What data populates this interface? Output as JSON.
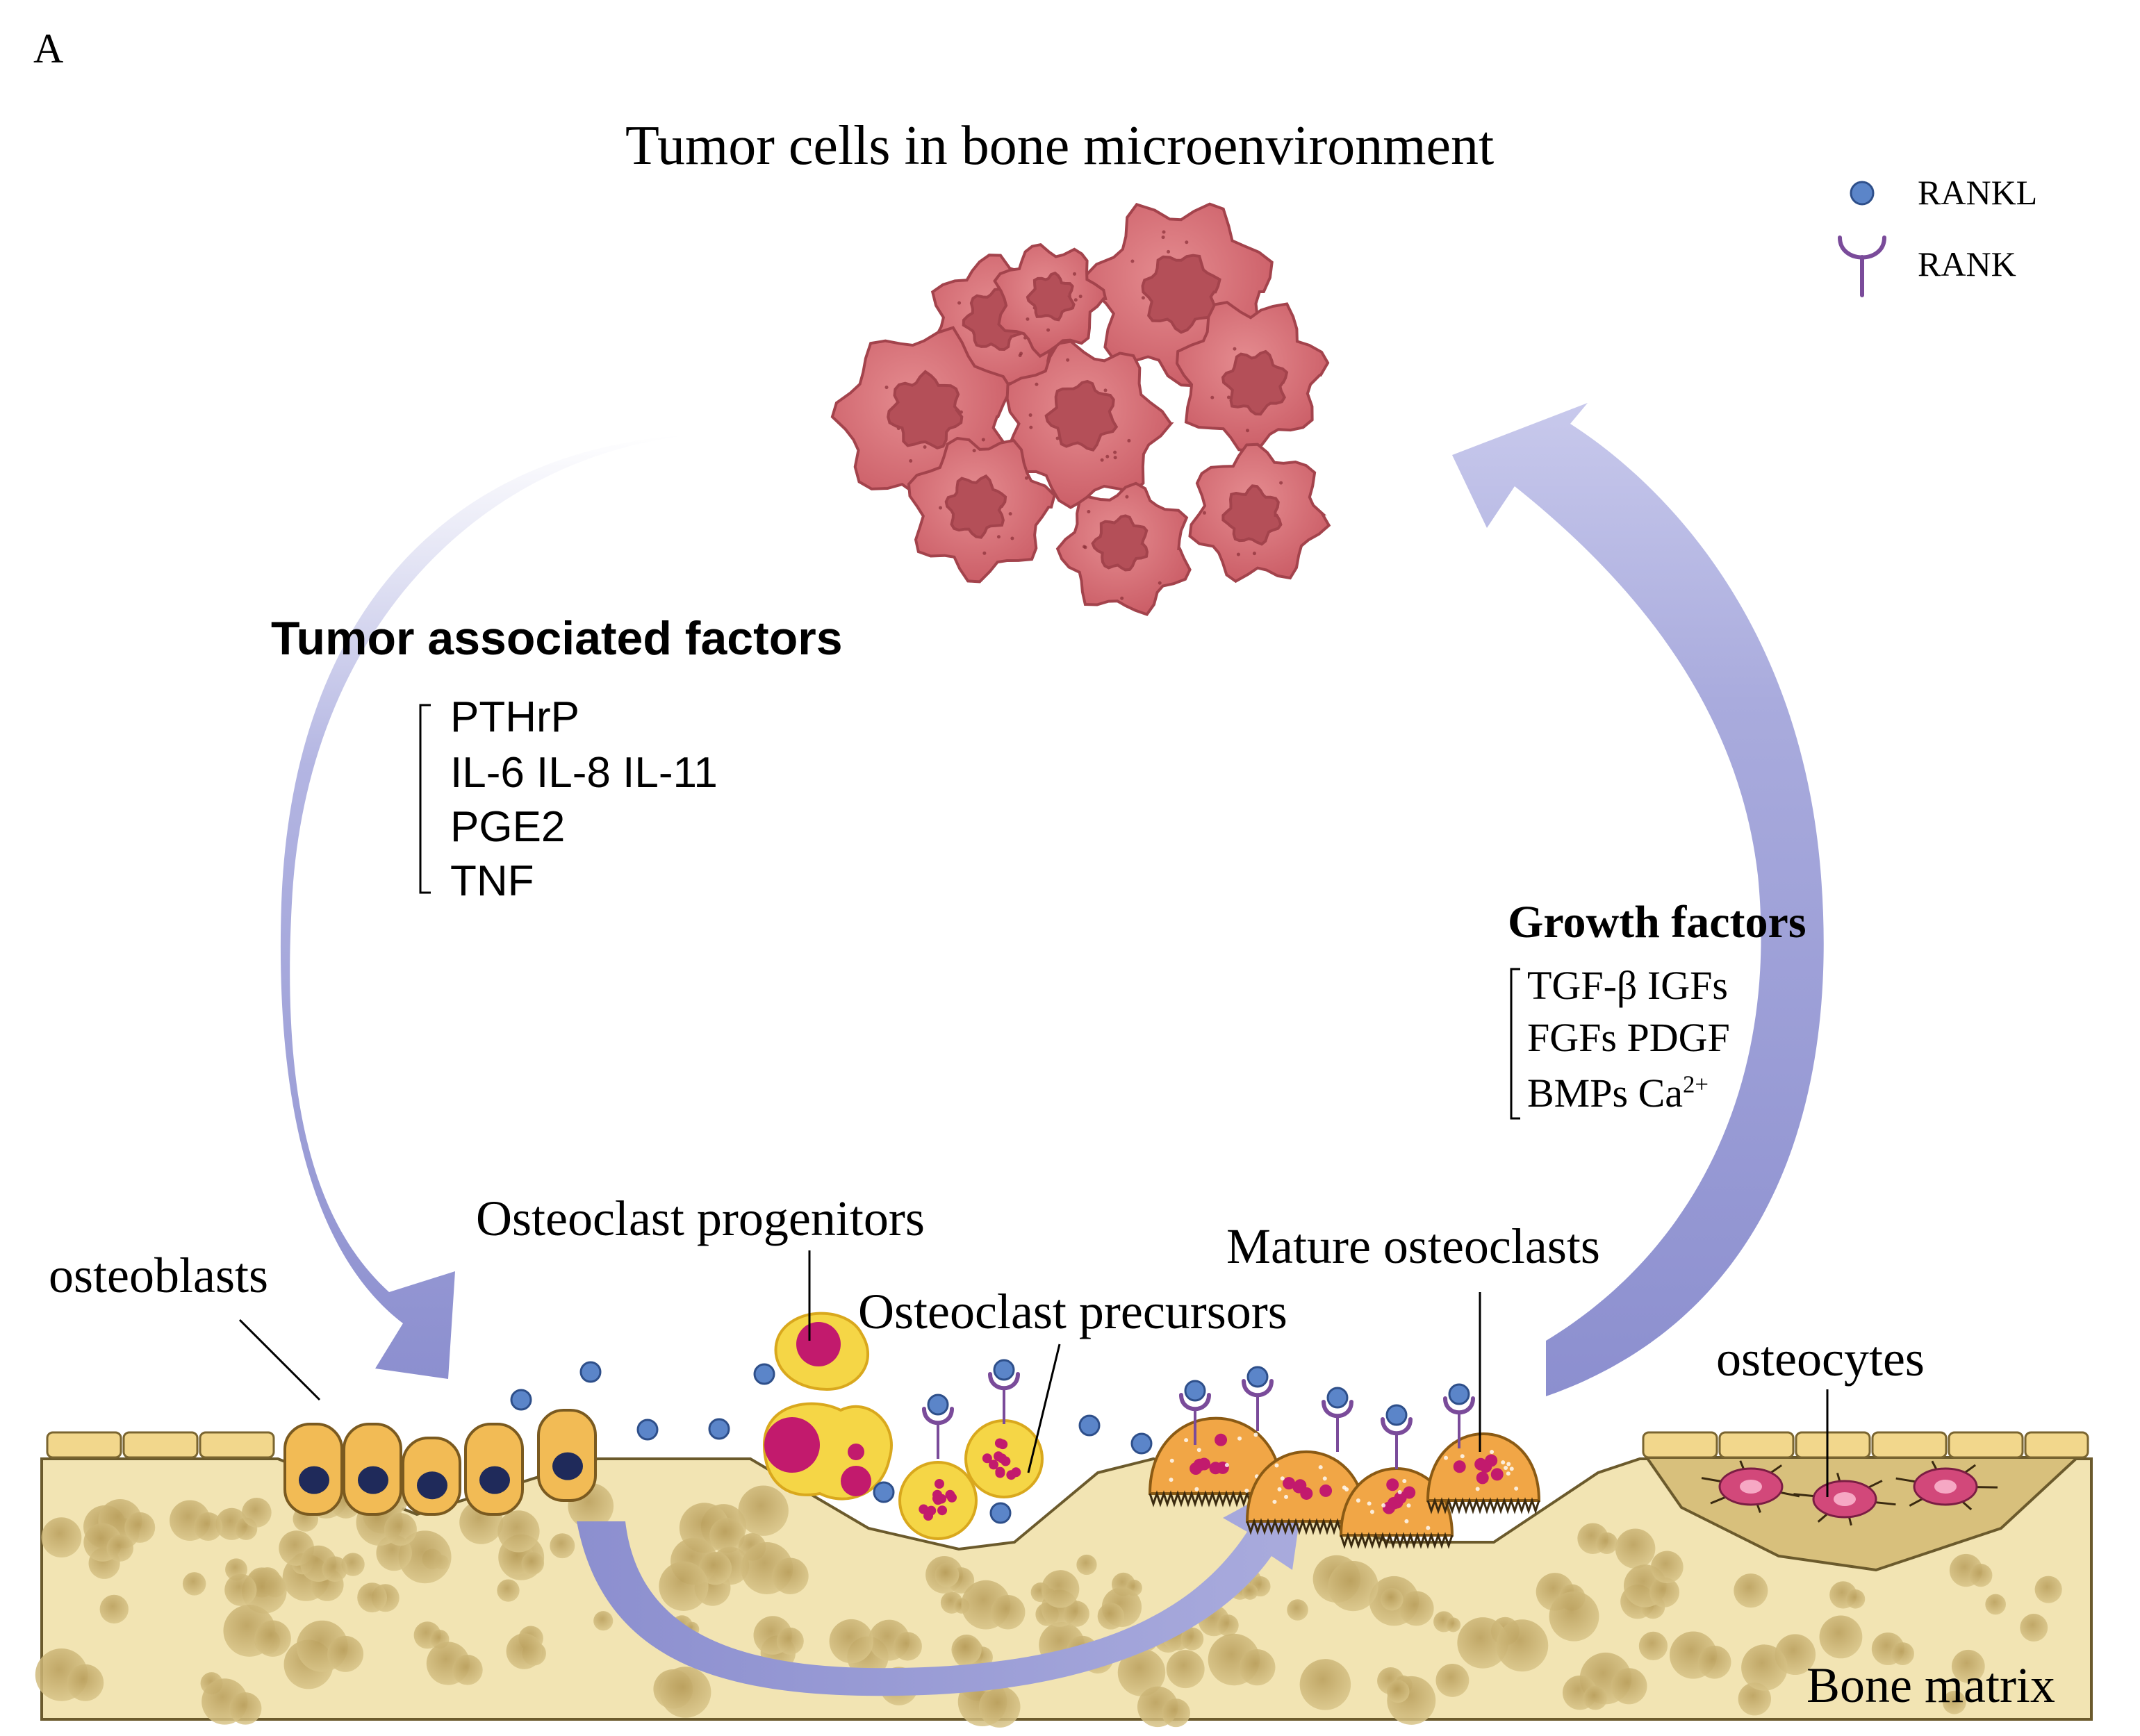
{
  "panel_label": "A",
  "title": "Tumor cells in bone microenvironment",
  "legend": {
    "ligand": "RANKL",
    "receptor": "RANK"
  },
  "tumor_factors": {
    "heading": "Tumor associated factors",
    "items": [
      "PTHrP",
      "IL-6 IL-8 IL-11",
      "PGE2",
      "TNF"
    ]
  },
  "growth_factors": {
    "heading": "Growth  factors",
    "line1": "TGF-β  IGFs",
    "line2": "FGFs  PDGF",
    "line3_base": "BMPs  Ca",
    "line3_sup": "2+"
  },
  "cell_labels": {
    "osteoblasts": "osteoblasts",
    "progenitors": "Osteoclast progenitors",
    "precursors": "Osteoclast precursors",
    "mature": "Mature osteoclasts",
    "osteocytes": "osteocytes",
    "bone_matrix": "Bone matrix"
  },
  "colors": {
    "arrow": "#9d9fd6",
    "tumor_cell": "#d9737a",
    "tumor_nucleus": "#b44f58",
    "bone": "#f2e4b3",
    "bone_pore": "#cdb77a",
    "osteoblast": "#f2bb55",
    "osteoblast_nucleus": "#1f2a5a",
    "osteoclast": "#f1a646",
    "precursor": "#f5d646",
    "granule": "#c21a6d",
    "rankl": "#5b85c9",
    "rank": "#7a4b9a"
  }
}
